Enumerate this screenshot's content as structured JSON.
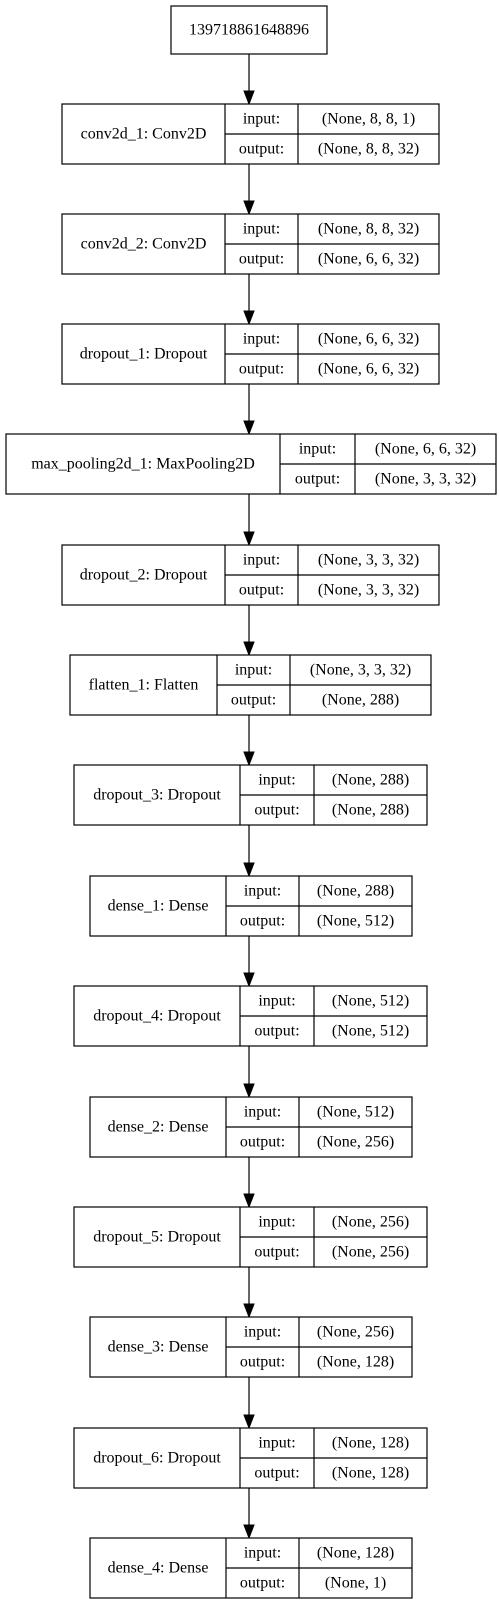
{
  "root": {
    "label": "139718861648896"
  },
  "port_labels": {
    "input": "input:",
    "output": "output:"
  },
  "layers": [
    {
      "label": "conv2d_1: Conv2D",
      "input": "(None, 8, 8, 1)",
      "output": "(None, 8, 8, 32)"
    },
    {
      "label": "conv2d_2: Conv2D",
      "input": "(None, 8, 8, 32)",
      "output": "(None, 6, 6, 32)"
    },
    {
      "label": "dropout_1: Dropout",
      "input": "(None, 6, 6, 32)",
      "output": "(None, 6, 6, 32)"
    },
    {
      "label": "max_pooling2d_1: MaxPooling2D",
      "input": "(None, 6, 6, 32)",
      "output": "(None, 3, 3, 32)"
    },
    {
      "label": "dropout_2: Dropout",
      "input": "(None, 3, 3, 32)",
      "output": "(None, 3, 3, 32)"
    },
    {
      "label": "flatten_1: Flatten",
      "input": "(None, 3, 3, 32)",
      "output": "(None, 288)"
    },
    {
      "label": "dropout_3: Dropout",
      "input": "(None, 288)",
      "output": "(None, 288)"
    },
    {
      "label": "dense_1: Dense",
      "input": "(None, 288)",
      "output": "(None, 512)"
    },
    {
      "label": "dropout_4: Dropout",
      "input": "(None, 512)",
      "output": "(None, 512)"
    },
    {
      "label": "dense_2: Dense",
      "input": "(None, 512)",
      "output": "(None, 256)"
    },
    {
      "label": "dropout_5: Dropout",
      "input": "(None, 256)",
      "output": "(None, 256)"
    },
    {
      "label": "dense_3: Dense",
      "input": "(None, 256)",
      "output": "(None, 128)"
    },
    {
      "label": "dropout_6: Dropout",
      "input": "(None, 128)",
      "output": "(None, 128)"
    },
    {
      "label": "dense_4: Dense",
      "input": "(None, 128)",
      "output": "(None, 1)"
    }
  ]
}
